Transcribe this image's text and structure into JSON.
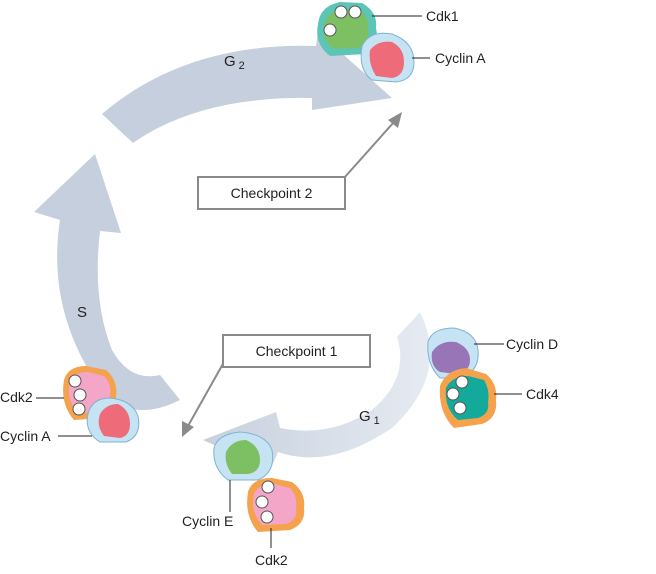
{
  "phases": {
    "g2": {
      "letter": "G",
      "sub": "2"
    },
    "s": {
      "letter": "S"
    },
    "g1": {
      "letter": "G",
      "sub": "1"
    }
  },
  "checkpoints": {
    "checkpoint1": "Checkpoint 1",
    "checkpoint2": "Checkpoint 2"
  },
  "complexes": {
    "top": {
      "cdk": "Cdk1",
      "cyclin": "Cyclin A"
    },
    "left": {
      "cdk": "Cdk2",
      "cyclin": "Cyclin A"
    },
    "bottom": {
      "cdk": "Cdk2",
      "cyclin": "Cyclin E"
    },
    "right": {
      "cdk": "Cdk4",
      "cyclin": "Cyclin D"
    }
  },
  "colors": {
    "cycle_arrow": "#c5cfdd",
    "cycle_arrow_light": "#dfe5ee",
    "cyclin_shell": "#c6e3f3",
    "cyclin_a": "#ee6b7a",
    "cyclin_e": "#7dc063",
    "cyclin_d": "#9775b6",
    "cdk1": "#7dc063",
    "cdk_pink": "#f3a6c8",
    "cdk4": "#13a99b",
    "cdk_outline_orange": "#f4a24c",
    "cdk_outline_teal": "#5cc5b6",
    "pointer_line": "#8a8a8a"
  }
}
